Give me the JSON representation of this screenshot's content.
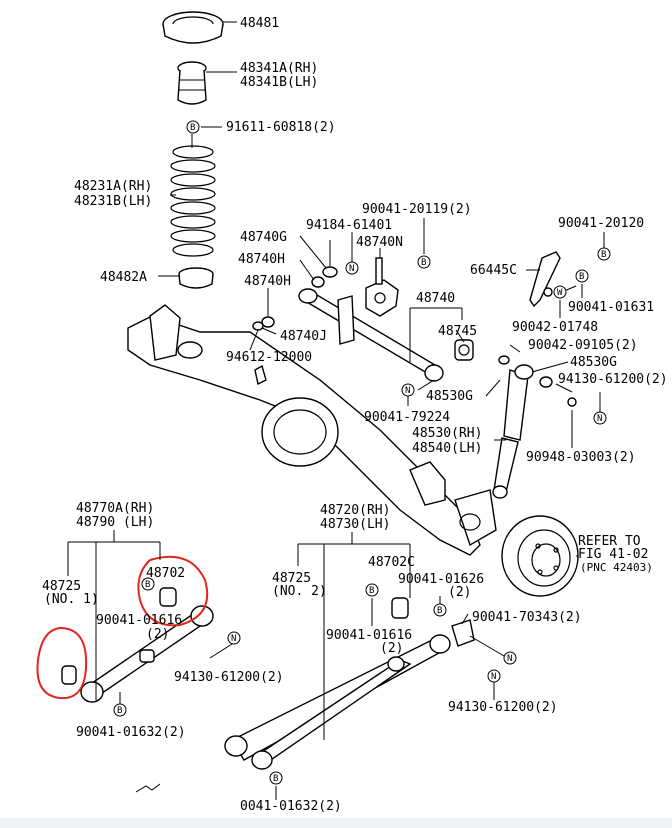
{
  "labels": {
    "p48481": "48481",
    "p48341": [
      "48341A(RH)",
      "48341B(LH)"
    ],
    "p91611": "91611-60818(2)",
    "p48231": [
      "48231A(RH)",
      "48231B(LH)"
    ],
    "p48482": "48482A",
    "p90041_20119": "90041-20119(2)",
    "p94184": "94184-61401",
    "p48740G": "48740G",
    "p48740N": "48740N",
    "p48740H_1": "48740H",
    "p48740H_2": "48740H",
    "p48740J": "48740J",
    "p94612": "94612-12000",
    "p48740": "48740",
    "p48745": "48745",
    "p48530G_1": "48530G",
    "p90041_79224": "90041-79224",
    "p48530": [
      "48530(RH)",
      "48540(LH)"
    ],
    "p90041_20120": "90041-20120",
    "p66445C": "66445C",
    "p90041_01631": "90041-01631",
    "p90042_01748": "90042-01748",
    "p90042_09105": "90042-09105(2)",
    "p48530G_2": "48530G",
    "p94130_right": "94130-61200(2)",
    "p90948": "90948-03003(2)",
    "p48770A": [
      "48770A(RH)",
      "48790  (LH)"
    ],
    "p48720": [
      "48720(RH)",
      "48730(LH)"
    ],
    "p48725_1": [
      "48725",
      "(NO. 1)"
    ],
    "p48702": "48702",
    "p90041_01616_1": [
      "90041-01616",
      "(2)"
    ],
    "p94130_left": "94130-61200(2)",
    "p90041_01632_1": "90041-01632(2)",
    "p48725_2": [
      "48725",
      "(NO. 2)"
    ],
    "p48702C": "48702C",
    "p90041_01626": [
      "90041-01626",
      "(2)"
    ],
    "p90041_01616_2": [
      "90041-01616",
      "(2)"
    ],
    "p90041_70343": "90041-70343(2)",
    "p94130_bottom": "94130-61200(2)",
    "p90041_01632_2": "0041-01632(2)",
    "refer": [
      "REFER TO",
      "FIG 41-02",
      "(PNC 42403)"
    ]
  },
  "markers": {
    "b": "B",
    "n": "N",
    "w": "W"
  },
  "colors": {
    "highlight": "#e0261c",
    "ink": "#000000"
  }
}
